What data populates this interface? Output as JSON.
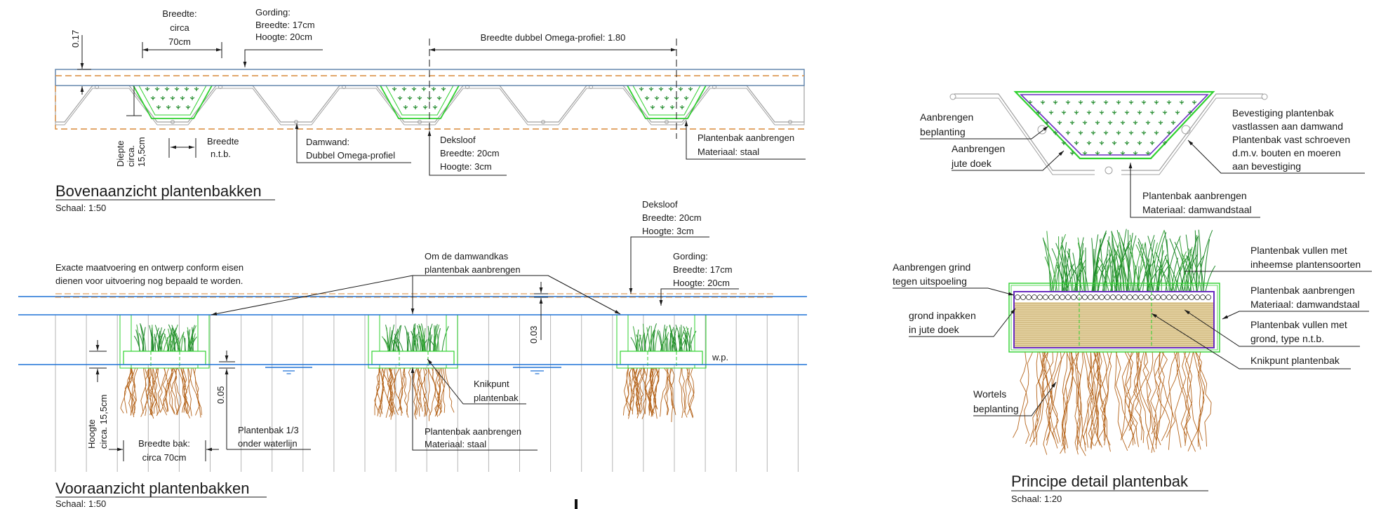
{
  "colors": {
    "steel": "#a0a0a0",
    "planter": "#2fd12f",
    "water": "#1f72d6",
    "deksloof": "#d98a3a",
    "jute": "#6a2cc0",
    "roots": "#b5651d",
    "grass": "#1f8a2a"
  },
  "top_view": {
    "title": "Bovenaanzicht plantenbakken",
    "scale": "Schaal: 1:50",
    "box_width": [
      "Breedte:",
      "circa",
      "70cm"
    ],
    "gording": [
      "Gording:",
      "Breedte: 17cm",
      "Hoogte: 20cm"
    ],
    "dim_top": "0.17",
    "omega_width": "Breedte dubbel Omega-profiel: 1.80",
    "depth": [
      "Diepte",
      "circa.",
      "15,5cm"
    ],
    "width_ntb": [
      "Breedte",
      "n.t.b."
    ],
    "damwand": [
      "Damwand:",
      "Dubbel Omega-profiel"
    ],
    "deksloof": [
      "Deksloof",
      "Breedte: 20cm",
      "Hoogte: 3cm"
    ],
    "planter": [
      "Plantenbak aanbrengen",
      "Materiaal: staal"
    ]
  },
  "front_view": {
    "title": "Vooraanzicht plantenbakken",
    "scale": "Schaal: 1:50",
    "note": [
      "Exacte maatvoering en ontwerp conform eisen",
      "dienen voor uitvoering nog bepaald te worden."
    ],
    "around": [
      "Om de damwandkas",
      "plantenbak aanbrengen"
    ],
    "deksloof": [
      "Deksloof",
      "Breedte: 20cm",
      "Hoogte: 3cm"
    ],
    "gording": [
      "Gording:",
      "Breedte: 17cm",
      "Hoogte: 20cm"
    ],
    "dim_003": "0.03",
    "dim_005": "0.05",
    "wp": "w.p.",
    "height": [
      "Hoogte",
      "circa. 15,5cm"
    ],
    "box_width": [
      "Breedte bak:",
      "circa 70cm"
    ],
    "below_water": [
      "Plantenbak 1/3",
      "onder waterlijn"
    ],
    "knikpunt": [
      "Knikpunt",
      "plantenbak"
    ],
    "planter": [
      "Plantenbak aanbrengen",
      "Materiaal: staal"
    ]
  },
  "detail": {
    "title": "Principe detail plantenbak",
    "scale": "Schaal: 1:20",
    "plant": [
      "Aanbrengen",
      "beplanting"
    ],
    "jute_top": [
      "Aanbrengen",
      "jute doek"
    ],
    "fixing": [
      "Bevestiging plantenbak",
      "vastlassen aan damwand",
      "Plantenbak vast schroeven",
      "d.m.v. bouten en moeren",
      "aan bevestiging"
    ],
    "planter_top": [
      "Plantenbak aanbrengen",
      "Materiaal: damwandstaal"
    ],
    "gravel": [
      "Aanbrengen grind",
      "tegen uitspoeling"
    ],
    "jute": [
      "grond inpakken",
      "in jute doek"
    ],
    "roots": [
      "Wortels",
      "beplanting"
    ],
    "fill_plants": [
      "Plantenbak vullen met",
      "inheemse plantensoorten"
    ],
    "planter": [
      "Plantenbak aanbrengen",
      "Materiaal: damwandstaal"
    ],
    "fill_soil": [
      "Plantenbak vullen met",
      "grond, type n.t.b."
    ],
    "knikpunt": "Knikpunt plantenbak"
  }
}
